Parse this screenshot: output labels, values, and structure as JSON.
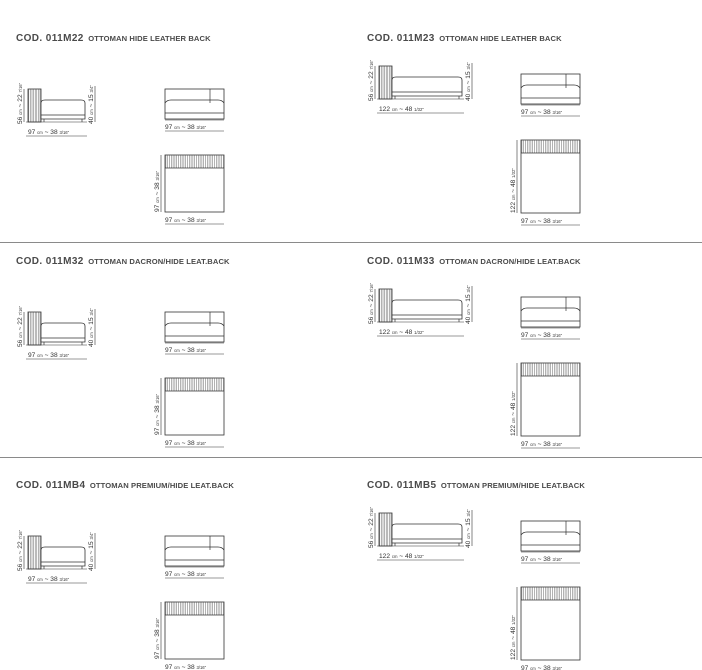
{
  "models": [
    {
      "code": "COD. 011M22",
      "description": "OTTOMAN HIDE LEATHER BACK",
      "variant": "short",
      "dims": {
        "height": "56 cm ~ 22 7/16\"",
        "seat": "40 cm ~ 15 3/4\"",
        "length": "97 cm ~ 38 3/16\"",
        "plan_width": "97 cm ~ 38 3/16\"",
        "plan_depth": "97 cm ~ 38 3/16\""
      }
    },
    {
      "code": "COD. 011M23",
      "description": "OTTOMAN HIDE LEATHER BACK",
      "variant": "long",
      "dims": {
        "height": "56 cm ~ 22 7/16\"",
        "seat": "40 cm ~ 15 3/4\"",
        "length": "122 cm ~ 48 1/32\"",
        "plan_width": "97 cm ~ 38 3/16\"",
        "plan_depth": "122 cm ~ 48 1/32\""
      }
    },
    {
      "code": "COD. 011M32",
      "description": "OTTOMAN DACRON/HIDE LEAT.BACK",
      "variant": "short",
      "dims": {
        "height": "56 cm ~ 22 7/16\"",
        "seat": "40 cm ~ 15 3/4\"",
        "length": "97 cm ~ 38 3/16\"",
        "plan_width": "97 cm ~ 38 3/16\"",
        "plan_depth": "97 cm ~ 38 3/16\""
      }
    },
    {
      "code": "COD. 011M33",
      "description": "OTTOMAN DACRON/HIDE LEAT.BACK",
      "variant": "long",
      "dims": {
        "height": "56 cm ~ 22 7/16\"",
        "seat": "40 cm ~ 15 3/4\"",
        "length": "122 cm ~ 48 1/32\"",
        "plan_width": "97 cm ~ 38 3/16\"",
        "plan_depth": "122 cm ~ 48 1/32\""
      }
    },
    {
      "code": "COD. 011MB4",
      "description": "OTTOMAN PREMIUM/HIDE LEAT.BACK",
      "variant": "short",
      "dims": {
        "height": "56 cm ~ 22 7/16\"",
        "seat": "40 cm ~ 15 3/4\"",
        "length": "97 cm ~ 38 3/16\"",
        "plan_width": "97 cm ~ 38 3/16\"",
        "plan_depth": "97 cm ~ 38 3/16\""
      }
    },
    {
      "code": "COD. 011MB5",
      "description": "OTTOMAN PREMIUM/HIDE LEAT.BACK",
      "variant": "long",
      "dims": {
        "height": "56 cm ~ 22 7/16\"",
        "seat": "40 cm ~ 15 3/4\"",
        "length": "122 cm ~ 48 1/32\"",
        "plan_width": "97 cm ~ 38 3/16\"",
        "plan_depth": "122 cm ~ 48 1/32\""
      }
    }
  ]
}
